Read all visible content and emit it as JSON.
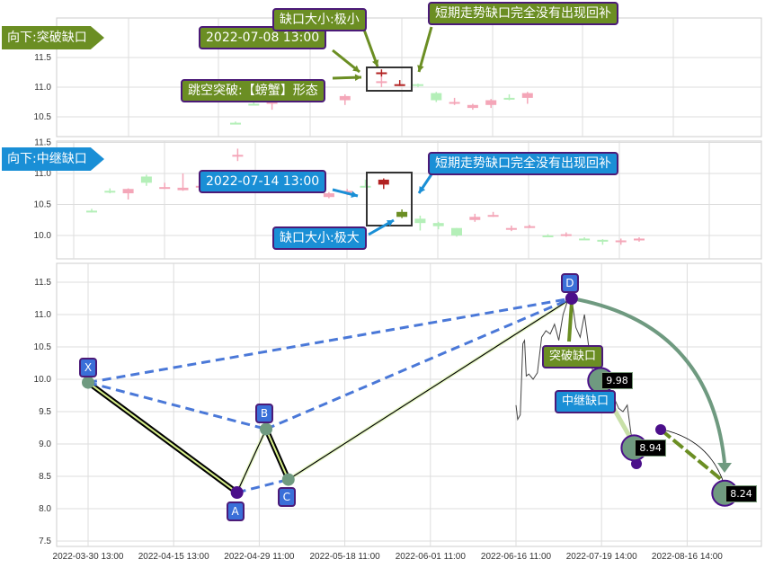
{
  "panel1": {
    "flag": "向下:突破缺口",
    "date": "2022-07-08 13:00",
    "gap_size": "缺口大小:极小",
    "pattern": "跳空突破:【螃蟹】形态",
    "note": "短期走势缺口完全没有出现回补",
    "yticks": [
      "11.5",
      "11.0",
      "10.5"
    ],
    "flag_color": "#6b8e23"
  },
  "panel2": {
    "flag": "向下:中继缺口",
    "date": "2022-07-14 13:00",
    "gap_size": "缺口大小:极大",
    "note": "短期走势缺口完全没有出现回补",
    "yticks": [
      "11.5",
      "11.0",
      "10.5",
      "10.0"
    ],
    "flag_color": "#1a8fd6"
  },
  "main": {
    "breakaway_label": "突破缺口",
    "continuation_label": "中继缺口"
  },
  "chart_data": {
    "type": "candlestick+pattern",
    "xticks": [
      "2022-03-30 13:00",
      "2022-04-15 13:00",
      "2022-04-29 11:00",
      "2022-05-18 11:00",
      "2022-06-01 11:00",
      "2022-06-16 11:00",
      "2022-07-19 14:00",
      "2022-08-16 14:00"
    ],
    "yticks": [
      "11.5",
      "11.0",
      "10.5",
      "10.0",
      "9.5",
      "9.0",
      "8.5",
      "8.0",
      "7.5"
    ],
    "ylim": [
      7.45,
      11.75
    ],
    "pattern_points": [
      {
        "name": "X",
        "x": 0,
        "y": 9.95
      },
      {
        "name": "A",
        "x": 1.74,
        "y": 8.25
      },
      {
        "name": "B",
        "x": 2.08,
        "y": 9.23
      },
      {
        "name": "C",
        "x": 2.34,
        "y": 8.45
      },
      {
        "name": "D",
        "x": 5.65,
        "y": 11.25
      }
    ],
    "gap_prices": [
      {
        "label": "9.98",
        "x": 5.99,
        "y": 9.98
      },
      {
        "label": "8.94",
        "x": 6.38,
        "y": 8.94
      },
      {
        "label": "8.24",
        "x": 7.44,
        "y": 8.24
      }
    ],
    "panel1_candles": [
      [
        0,
        10.4,
        10.4,
        10.42,
        10.38,
        "d"
      ],
      [
        1,
        10.72,
        10.72,
        10.75,
        10.7,
        "d"
      ],
      [
        2,
        10.72,
        10.75,
        10.78,
        10.62,
        "u"
      ],
      [
        6,
        10.78,
        10.85,
        10.88,
        10.7,
        "u"
      ],
      [
        8,
        11.08,
        11.1,
        11.2,
        11.0,
        "u"
      ],
      [
        8,
        11.25,
        11.25,
        11.3,
        11.18,
        "U"
      ],
      [
        9,
        11.05,
        11.05,
        11.12,
        11.02,
        "U"
      ],
      [
        10,
        11.05,
        11.02,
        11.06,
        11.0,
        "d"
      ],
      [
        11,
        10.9,
        10.78,
        10.92,
        10.75,
        "d"
      ],
      [
        12,
        10.75,
        10.75,
        10.82,
        10.7,
        "u"
      ],
      [
        13,
        10.65,
        10.7,
        10.72,
        10.62,
        "u"
      ],
      [
        14,
        10.7,
        10.78,
        10.8,
        10.65,
        "u"
      ],
      [
        15,
        10.82,
        10.82,
        10.88,
        10.78,
        "d"
      ],
      [
        16,
        10.82,
        10.9,
        10.92,
        10.72,
        "u"
      ]
    ],
    "panel2_candles": [
      [
        0,
        10.4,
        10.4,
        10.43,
        10.37,
        "d"
      ],
      [
        1,
        10.72,
        10.72,
        10.76,
        10.68,
        "d"
      ],
      [
        2,
        10.68,
        10.75,
        10.76,
        10.58,
        "u"
      ],
      [
        3,
        10.95,
        10.85,
        10.98,
        10.8,
        "d"
      ],
      [
        4,
        10.78,
        10.78,
        10.85,
        10.75,
        "u"
      ],
      [
        5,
        10.73,
        10.77,
        11.0,
        10.72,
        "u"
      ],
      [
        6,
        10.8,
        10.8,
        10.83,
        10.7,
        "u"
      ],
      [
        8,
        11.3,
        11.3,
        11.4,
        11.2,
        "u"
      ],
      [
        13,
        10.62,
        10.68,
        10.7,
        10.6,
        "u"
      ],
      [
        14,
        10.7,
        10.72,
        10.75,
        10.65,
        "u"
      ],
      [
        15,
        10.8,
        10.8,
        10.9,
        10.78,
        "d"
      ],
      [
        16,
        10.82,
        10.9,
        10.92,
        10.75,
        "U"
      ],
      [
        17,
        10.38,
        10.3,
        10.42,
        10.28,
        "D"
      ],
      [
        18,
        10.27,
        10.2,
        10.32,
        10.08,
        "d"
      ],
      [
        19,
        10.2,
        10.15,
        10.22,
        10.1,
        "d"
      ],
      [
        20,
        10.12,
        10.0,
        10.12,
        9.98,
        "d"
      ],
      [
        21,
        10.25,
        10.3,
        10.35,
        10.22,
        "u"
      ],
      [
        22,
        10.33,
        10.33,
        10.38,
        10.3,
        "u"
      ],
      [
        23,
        10.12,
        10.12,
        10.16,
        10.07,
        "u"
      ],
      [
        24,
        10.15,
        10.15,
        10.17,
        10.12,
        "u"
      ],
      [
        25,
        10.0,
        10.0,
        10.02,
        9.98,
        "d"
      ],
      [
        26,
        10.0,
        10.02,
        10.05,
        9.98,
        "u"
      ],
      [
        27,
        9.95,
        9.95,
        9.97,
        9.93,
        "d"
      ],
      [
        28,
        9.93,
        9.9,
        9.94,
        9.85,
        "d"
      ],
      [
        29,
        9.92,
        9.92,
        9.95,
        9.85,
        "u"
      ],
      [
        30,
        9.92,
        9.95,
        9.97,
        9.9,
        "u"
      ]
    ],
    "price_line": [
      [
        5.0,
        9.6
      ],
      [
        5.02,
        9.38
      ],
      [
        5.05,
        9.45
      ],
      [
        5.08,
        10.55
      ],
      [
        5.1,
        10.6
      ],
      [
        5.12,
        10.05
      ],
      [
        5.15,
        10.08
      ],
      [
        5.2,
        10.0
      ],
      [
        5.25,
        10.1
      ],
      [
        5.3,
        10.65
      ],
      [
        5.35,
        10.75
      ],
      [
        5.4,
        10.7
      ],
      [
        5.45,
        10.85
      ],
      [
        5.5,
        10.6
      ],
      [
        5.55,
        11.0
      ],
      [
        5.6,
        11.2
      ],
      [
        5.65,
        11.25
      ],
      [
        5.7,
        10.8
      ],
      [
        5.75,
        10.65
      ],
      [
        5.8,
        11.0
      ],
      [
        5.85,
        10.5
      ],
      [
        5.9,
        10.1
      ],
      [
        5.95,
        9.9
      ],
      [
        6.0,
        9.75
      ],
      [
        6.05,
        9.8
      ],
      [
        6.1,
        9.65
      ],
      [
        6.15,
        9.7
      ],
      [
        6.2,
        9.55
      ],
      [
        6.25,
        9.5
      ],
      [
        6.3,
        9.6
      ],
      [
        6.35,
        9.1
      ],
      [
        6.4,
        9.0
      ]
    ]
  }
}
